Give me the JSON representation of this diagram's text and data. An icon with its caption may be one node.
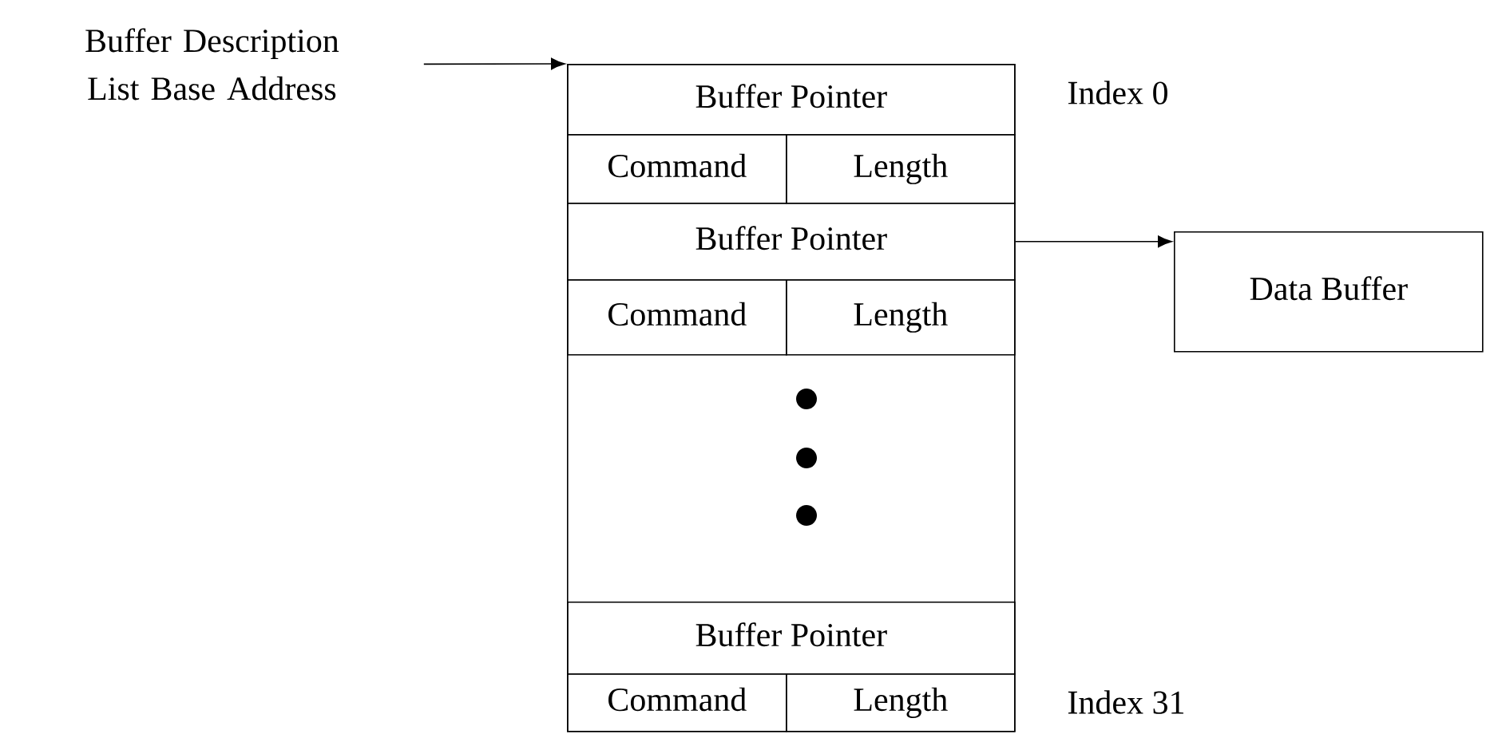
{
  "diagram": {
    "nodes": [
      {
        "text": [
          "Buffer Description List Base Address"
        ]
      },
      {
        "text": [],
        "shape": "box"
      },
      {
        "text": [
          "Buffer Pointer"
        ],
        "in": 1
      },
      {
        "text": [
          "Command"
        ],
        "in": 1
      },
      {
        "text": [
          "Length"
        ],
        "in": 1
      },
      {
        "text": [
          "Buffer Pointer"
        ],
        "in": 1
      },
      {
        "text": [
          "Command"
        ],
        "in": 1
      },
      {
        "text": [
          "Length"
        ],
        "in": 1
      },
      {
        "text": [
          "Buffer Pointer"
        ],
        "in": 1
      },
      {
        "text": [
          "Command"
        ],
        "in": 1
      },
      {
        "text": [
          "Length"
        ],
        "in": 1
      },
      {
        "text": [
          "Data Buffer"
        ]
      }
    ],
    "edges": [
      {
        "from": 0,
        "to": 1,
        "arrow": "to"
      },
      {
        "from": 5,
        "to": 11,
        "arrow": "to"
      }
    ],
    "labels": [
      "Index 0",
      "Index 31"
    ]
  }
}
